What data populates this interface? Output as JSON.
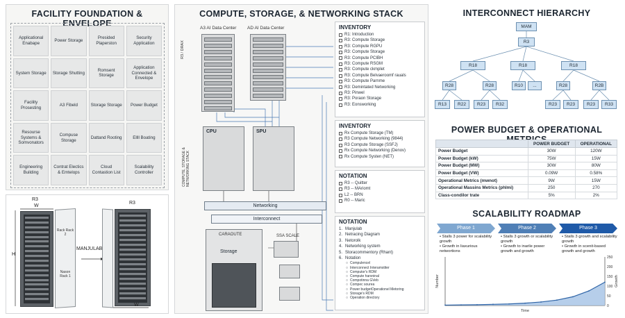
{
  "facility": {
    "title": "FACILITY FOUNDATION & ENVELOPE",
    "cells": [
      "Applicational Enabape",
      "Power Storage",
      "Presided Plaperston",
      "Security Application",
      "System Storage",
      "Storage Shutting",
      "Romsent Storage",
      "Application Connected & Envelope",
      "Facility Prosesting",
      "A3 Fibeld",
      "Storage Storage",
      "Power Budget",
      "Resourse Systems & Somvonators",
      "Compuse Storage",
      "Dattand Rooting",
      "Ellll Boating",
      "Engineering Building",
      "Contrat Electics & Emtelops",
      "Cloud Contastion List",
      "Scalability Controller"
    ],
    "rack": {
      "left_label": "R3",
      "right_label": "R3",
      "width_label": "W",
      "height_label": "H",
      "center_label": "MANJULAB",
      "note_top": "Rack Rack 2",
      "note_bottom": "Nason Rack 1"
    }
  },
  "stack": {
    "title": "COMPUTE, STORAGE, & NETWORKING STACK",
    "dc_a": "A3 AI Data Center",
    "dc_b": "AD AI Data Center",
    "side_label_top": "R3 / DRAX",
    "side_label_mid": "COMPUTE, STORAGE & NETWORKING STACK",
    "cpu": "CPU",
    "spu": "SPU",
    "networking": "Networking",
    "interconnect": "Interconnect",
    "storage_head": "CARAOUTE",
    "storage": "Storage",
    "scale_head": "SSA SCALE"
  },
  "inventory1": {
    "title": "INVENTORY",
    "items": [
      "R1: Introduction",
      "R3: Compute Storage",
      "R3: Compute RGPU",
      "R3: Compute Storage",
      "R3: Compute PCIBH",
      "R3: Compute RSGM",
      "R3: Compute ckmplet",
      "R3: Compute Belvaeroomf rauals",
      "R3: Compute Parnme",
      "R3: Demintated Networking",
      "R3: Pinwel",
      "R3: Poraon Storage",
      "R3: Eonsworking"
    ]
  },
  "inventory2": {
    "title": "INVENTORY",
    "items": [
      "Rx Compute Storage (TM)",
      "R3 Compute Networking (9844)",
      "R3 Compute Storage (SSFJ)",
      "Rx Compute Networking (Denov)",
      "Rx Compute Systen (NET)"
    ]
  },
  "notation1": {
    "title": "NOTATION",
    "items": [
      "R3 -- Quitter",
      "R3 -- MAriomt",
      "L2 -- BRN",
      "R0 -- Maric"
    ]
  },
  "notation2": {
    "title": "NOTATION",
    "items": [
      "Manjulab",
      "Netracing Diagram",
      "Netorolk",
      "Networking system",
      "Storacommentory (Rhant)",
      "Notation"
    ],
    "sub_items": [
      "Compulencel",
      "Interconnect Interamstiter",
      "Computor's RDM",
      "Compute harsninal",
      "Compotinna GVeb",
      "Compec sourea",
      "Power budgetOperationel Metoring",
      "Storage's RDM",
      "Operation directory"
    ]
  },
  "hierarchy": {
    "title": "INTERCONNECT HIERARCHY",
    "root": "MAM",
    "level1": "R3",
    "level2": [
      "R18",
      "R18",
      "R18"
    ],
    "level3": [
      "R28",
      "R28",
      "R10",
      "...",
      "R28",
      "R2B"
    ],
    "level4": [
      "R13",
      "R22",
      "R23",
      "R32",
      "R23",
      "R23",
      "R23",
      "R33"
    ]
  },
  "power": {
    "title": "POWER BUDGET & OPERATIONAL METRICS",
    "columns": [
      "",
      "POWER BUDGET",
      "OPERATIONAL"
    ],
    "rows": [
      [
        "Power Budget",
        "30W",
        "120W"
      ],
      [
        "Power Budget (kW)",
        "75W",
        "15W"
      ],
      [
        "Power Budget (MW)",
        "30W",
        "80W"
      ],
      [
        "Power Budget (VW)",
        "0.09W",
        "0.58%"
      ],
      [
        "Operational Metrics (mwnot)",
        "9W",
        "15W"
      ],
      [
        "Operational Massins Metrics (phlmi)",
        "250",
        "270"
      ],
      [
        "Class-condilor trate",
        "5%",
        "2%"
      ]
    ]
  },
  "roadmap": {
    "title": "SCALABILITY ROADMAP",
    "phases": [
      {
        "label": "Phase 1",
        "bullets": [
          "Stalls 3 power for scalability growth",
          "Growth in liaxurious networtions"
        ]
      },
      {
        "label": "Phase 2",
        "bullets": [
          "Stalls 3 growth or scalability growth",
          "Growth to inarile power growth and growth"
        ]
      },
      {
        "label": "Phase 3",
        "bullets": [
          "Stalls 3 growth and scalability growth",
          "Growth in scenit-based growth and growth"
        ]
      }
    ],
    "colors": {
      "phase1": "#7fa7d0",
      "phase2": "#4f7fb6",
      "phase3": "#1f5aa8",
      "area": "#a9c6e6"
    }
  },
  "chart_data": {
    "type": "area",
    "title": "",
    "xlabel": "Time",
    "ylabel": "Number",
    "y2label": "Growth",
    "x": [
      0,
      1,
      2,
      3,
      4,
      5,
      6,
      7,
      8,
      9,
      10
    ],
    "values": [
      2,
      3,
      4,
      6,
      8,
      12,
      18,
      28,
      45,
      75,
      120
    ],
    "y2_ticks": [
      "0",
      "50",
      "100",
      "150",
      "200",
      "250"
    ],
    "ylim": [
      0,
      250
    ],
    "grid": false
  }
}
